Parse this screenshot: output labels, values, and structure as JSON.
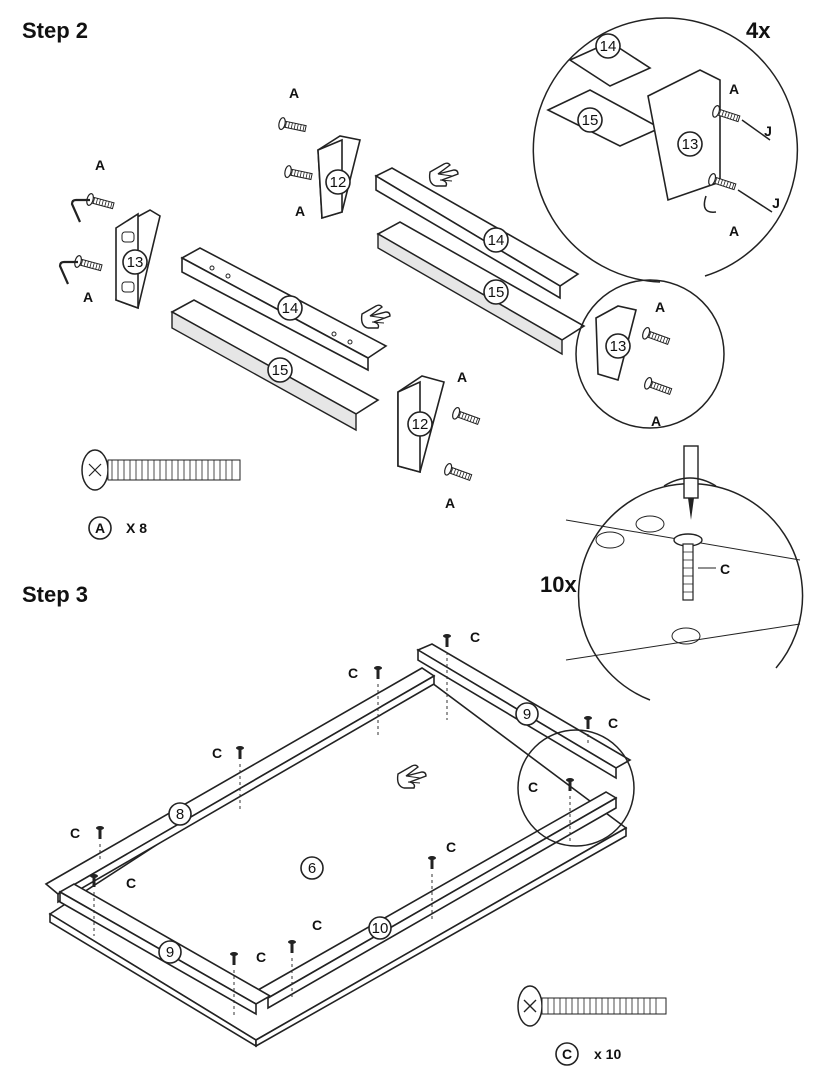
{
  "step2": {
    "heading": "Step 2",
    "multiplier": "4x",
    "hardware_letter": "A",
    "tool_letter": "J",
    "part_labels": {
      "p12": "12",
      "p13": "13",
      "p14": "14",
      "p15": "15"
    },
    "hardware_legend": {
      "letter": "A",
      "quantity": "X 8"
    }
  },
  "step3": {
    "heading": "Step 3",
    "multiplier": "10x",
    "hardware_letter": "C",
    "part_labels": {
      "p6": "6",
      "p8": "8",
      "p9": "9",
      "p10": "10"
    },
    "hardware_legend": {
      "letter": "C",
      "quantity": "x 10"
    }
  },
  "icons": [
    "bolt-icon",
    "hex-key-icon",
    "hand-pointer-icon",
    "screwdriver-icon",
    "rotate-arrow-icon",
    "phillips-screw-icon"
  ]
}
